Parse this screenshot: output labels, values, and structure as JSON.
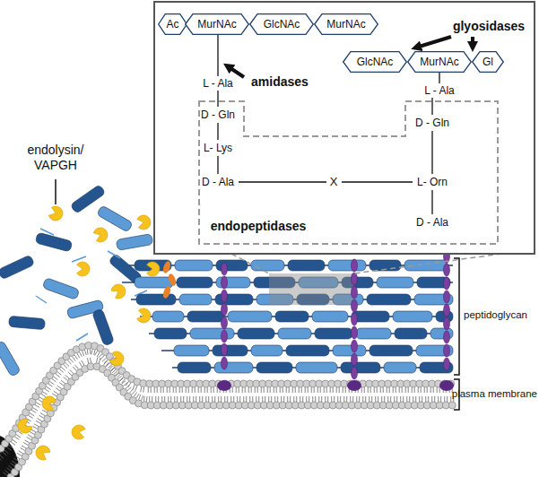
{
  "diagram": {
    "nodes": [
      {
        "text": [
          "Ac"
        ]
      },
      {
        "text": [
          "MurNAc"
        ]
      },
      {
        "text": [
          "GlcNAc"
        ]
      },
      {
        "text": [
          "MurNAc"
        ]
      },
      {
        "text": [
          "GlcNAc"
        ]
      },
      {
        "text": [
          "MurNAc"
        ]
      },
      {
        "text": [
          "Gl"
        ]
      }
    ],
    "labels": [
      "glyosidases",
      "amidases",
      "L - Ala",
      "D - Gln",
      "L- Lys",
      "D - Ala",
      "X",
      "L - Ala",
      "D - Gln",
      "L- Orn",
      "D - Ala",
      "endopeptidases",
      "endolysin/ VAPGH",
      "peptidoglycan",
      "plasma membrane"
    ]
  }
}
